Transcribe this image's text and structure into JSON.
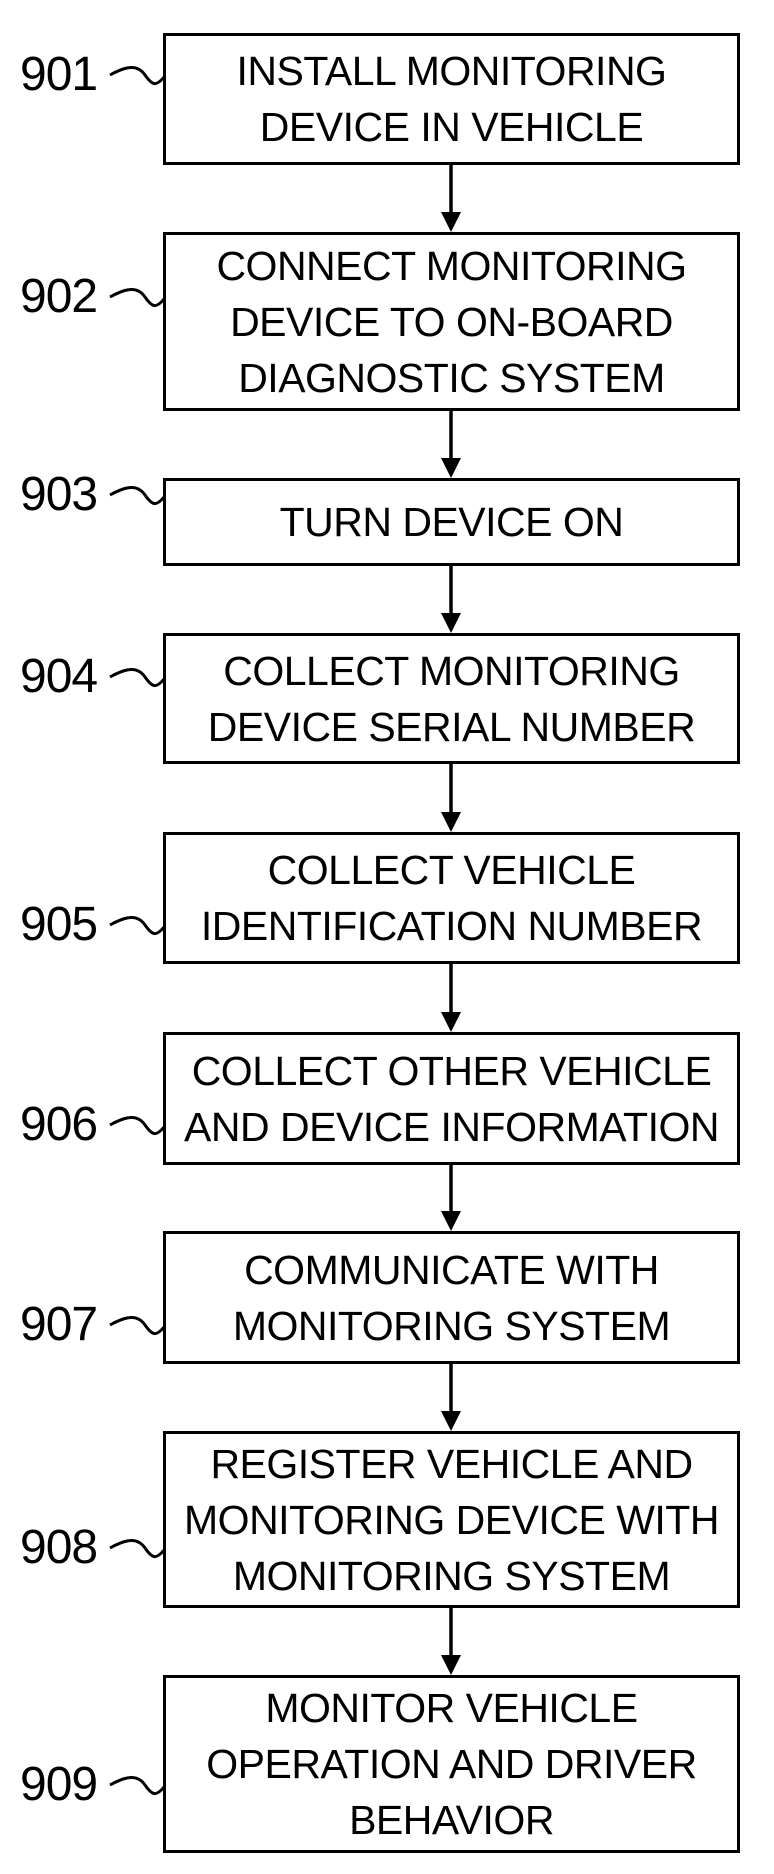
{
  "steps": [
    {
      "ref": "901",
      "lines": [
        "INSTALL MONITORING",
        "DEVICE IN VEHICLE"
      ]
    },
    {
      "ref": "902",
      "lines": [
        "CONNECT MONITORING",
        "DEVICE TO ON-BOARD",
        "DIAGNOSTIC SYSTEM"
      ]
    },
    {
      "ref": "903",
      "lines": [
        "TURN DEVICE ON"
      ]
    },
    {
      "ref": "904",
      "lines": [
        "COLLECT MONITORING",
        "DEVICE SERIAL NUMBER"
      ]
    },
    {
      "ref": "905",
      "lines": [
        "COLLECT VEHICLE",
        "IDENTIFICATION NUMBER"
      ]
    },
    {
      "ref": "906",
      "lines": [
        "COLLECT OTHER VEHICLE",
        "AND DEVICE INFORMATION"
      ]
    },
    {
      "ref": "907",
      "lines": [
        "COMMUNICATE WITH",
        "MONITORING SYSTEM"
      ]
    },
    {
      "ref": "908",
      "lines": [
        "REGISTER VEHICLE AND",
        "MONITORING DEVICE WITH",
        "MONITORING SYSTEM"
      ]
    },
    {
      "ref": "909",
      "lines": [
        "MONITOR VEHICLE",
        "OPERATION AND DRIVER",
        "BEHAVIOR"
      ]
    }
  ]
}
